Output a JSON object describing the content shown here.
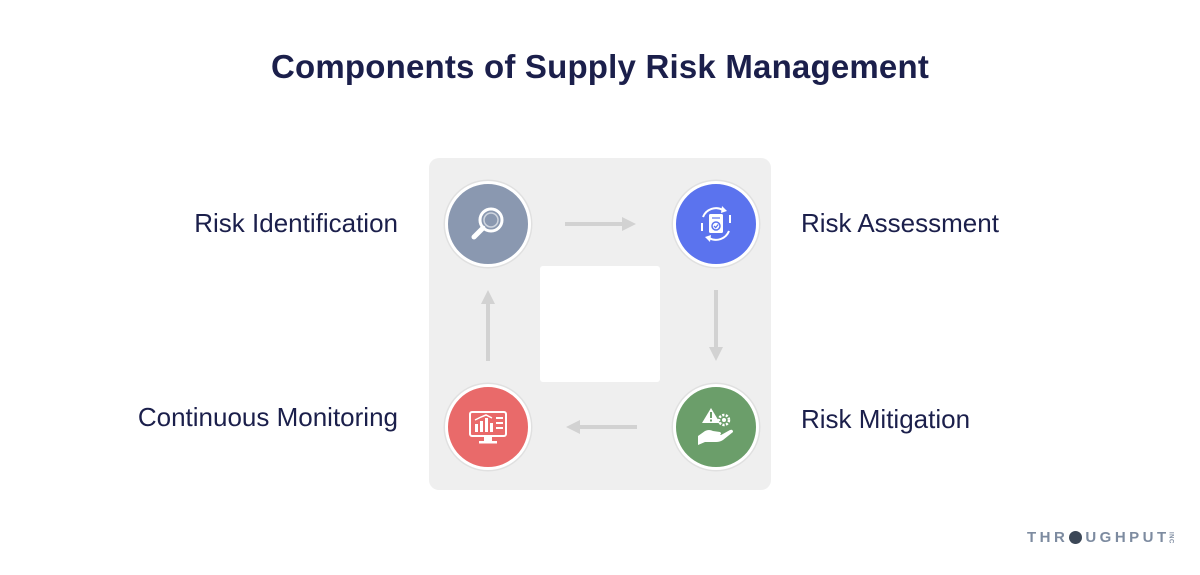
{
  "title": "Components of Supply Risk Management",
  "steps": [
    {
      "label": "Risk Identification",
      "color": "#8a98b0",
      "icon": "magnifier-icon"
    },
    {
      "label": "Risk Assessment",
      "color": "#5b73ee",
      "icon": "document-cycle-icon"
    },
    {
      "label": "Risk Mitigation",
      "color": "#6b9e6a",
      "icon": "hand-warning-gear-icon"
    },
    {
      "label": "Continuous Monitoring",
      "color": "#e96a6a",
      "icon": "monitor-chart-icon"
    }
  ],
  "flow": [
    "Risk Identification → Risk Assessment",
    "Risk Assessment → Risk Mitigation",
    "Risk Mitigation → Continuous Monitoring",
    "Continuous Monitoring → Risk Identification"
  ],
  "colors": {
    "panel": "#efefef",
    "arrow": "#d2d2d2",
    "text": "#1b1f4b"
  },
  "logo": {
    "pre": "THR",
    "post": "UGHPUT",
    "suffix": "INC"
  }
}
